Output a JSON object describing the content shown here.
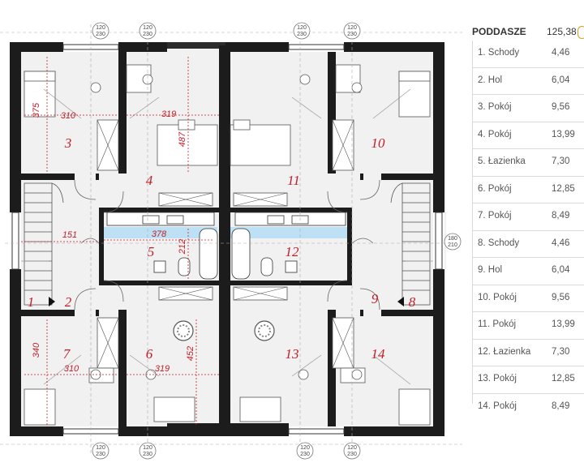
{
  "plan": {
    "room_numbers": [
      "1",
      "2",
      "3",
      "4",
      "5",
      "6",
      "7",
      "8",
      "9",
      "10",
      "11",
      "12",
      "13",
      "14"
    ],
    "dimensions": [
      "375",
      "310",
      "319",
      "487",
      "151",
      "378",
      "212",
      "340",
      "310",
      "319",
      "452"
    ],
    "window_tags": [
      "120",
      "230",
      "180",
      "210"
    ]
  },
  "legend": {
    "title": "PODDASZE",
    "total": "125,38",
    "rooms": [
      {
        "name": "1. Schody",
        "area": "4,46"
      },
      {
        "name": "2. Hol",
        "area": "6,04"
      },
      {
        "name": "3. Pokój",
        "area": "9,56"
      },
      {
        "name": "4. Pokój",
        "area": "13,99"
      },
      {
        "name": "5. Łazienka",
        "area": "7,30"
      },
      {
        "name": "6. Pokój",
        "area": "12,85"
      },
      {
        "name": "7. Pokój",
        "area": "8,49"
      },
      {
        "name": "8. Schody",
        "area": "4,46"
      },
      {
        "name": "9. Hol",
        "area": "6,04"
      },
      {
        "name": "10. Pokój",
        "area": "9,56"
      },
      {
        "name": "11. Pokój",
        "area": "13,99"
      },
      {
        "name": "12. Łazienka",
        "area": "7,30"
      },
      {
        "name": "13. Pokój",
        "area": "12,85"
      },
      {
        "name": "14. Pokój",
        "area": "8,49"
      }
    ]
  }
}
